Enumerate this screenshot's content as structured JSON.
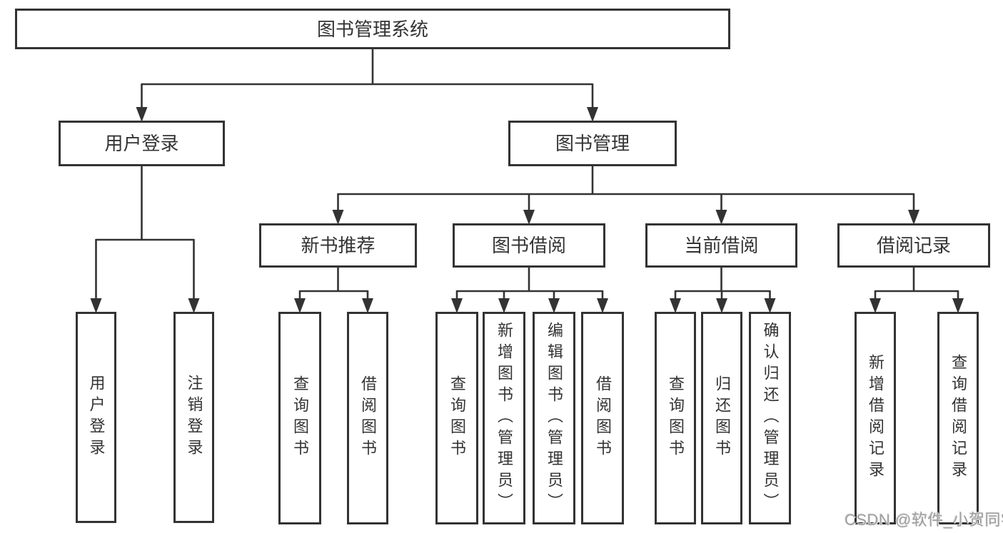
{
  "title": "图书管理系统",
  "watermark": {
    "text": "CSDN @软件_小贺同学"
  },
  "colors": {
    "line": "#333333",
    "box_border": "#333333",
    "text": "#333333",
    "background": "#ffffff",
    "watermark": "#9e9e9e"
  },
  "nodes": [
    {
      "id": "root",
      "label": "图书管理系统"
    },
    {
      "id": "user-login",
      "label": "用户登录"
    },
    {
      "id": "book-mgmt",
      "label": "图书管理"
    },
    {
      "id": "login",
      "label": "用户登录"
    },
    {
      "id": "logout",
      "label": "注销登录"
    },
    {
      "id": "new-book-rec",
      "label": "新书推荐"
    },
    {
      "id": "book-borrow",
      "label": "图书借阅"
    },
    {
      "id": "current-borrow",
      "label": "当前借阅"
    },
    {
      "id": "borrow-records",
      "label": "借阅记录"
    },
    {
      "id": "nbr-query-book",
      "label": "查询图书"
    },
    {
      "id": "nbr-borrow-book",
      "label": "借阅图书"
    },
    {
      "id": "bb-query-book",
      "label": "查询图书"
    },
    {
      "id": "bb-add-book",
      "label": "新增图书（管理员）"
    },
    {
      "id": "bb-edit-book",
      "label": "编辑图书（管理员）"
    },
    {
      "id": "bb-borrow-book",
      "label": "借阅图书"
    },
    {
      "id": "cb-query-book",
      "label": "查询图书"
    },
    {
      "id": "cb-return-book",
      "label": "归还图书"
    },
    {
      "id": "cb-confirm-return",
      "label": "确认归还（管理员）"
    },
    {
      "id": "br-add-record",
      "label": "新增借阅记录"
    },
    {
      "id": "br-query-record",
      "label": "查询借阅记录"
    }
  ],
  "edges": [
    {
      "parent": "root",
      "children": [
        "user-login",
        "book-mgmt"
      ]
    },
    {
      "parent": "user-login",
      "children": [
        "login",
        "logout"
      ]
    },
    {
      "parent": "book-mgmt",
      "children": [
        "new-book-rec",
        "book-borrow",
        "current-borrow",
        "borrow-records"
      ]
    },
    {
      "parent": "new-book-rec",
      "children": [
        "nbr-query-book",
        "nbr-borrow-book"
      ]
    },
    {
      "parent": "book-borrow",
      "children": [
        "bb-query-book",
        "bb-add-book",
        "bb-edit-book",
        "bb-borrow-book"
      ]
    },
    {
      "parent": "current-borrow",
      "children": [
        "cb-query-book",
        "cb-return-book",
        "cb-confirm-return"
      ]
    },
    {
      "parent": "borrow-records",
      "children": [
        "br-add-record",
        "br-query-record"
      ]
    }
  ]
}
